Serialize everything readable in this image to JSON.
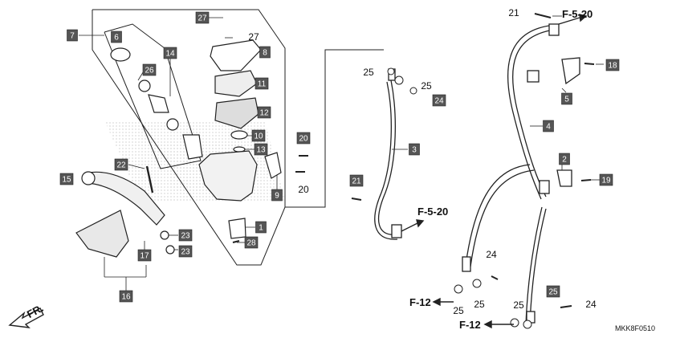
{
  "callouts": [
    {
      "id": "c7",
      "label": "7"
    },
    {
      "id": "c6",
      "label": "6"
    },
    {
      "id": "c14",
      "label": "14"
    },
    {
      "id": "c26",
      "label": "26"
    },
    {
      "id": "c27box",
      "label": "27"
    },
    {
      "id": "c8",
      "label": "8"
    },
    {
      "id": "c11",
      "label": "11"
    },
    {
      "id": "c12",
      "label": "12"
    },
    {
      "id": "c10",
      "label": "10"
    },
    {
      "id": "c13",
      "label": "13"
    },
    {
      "id": "c20box",
      "label": "20"
    },
    {
      "id": "c9",
      "label": "9"
    },
    {
      "id": "c22",
      "label": "22"
    },
    {
      "id": "c15",
      "label": "15"
    },
    {
      "id": "c1",
      "label": "1"
    },
    {
      "id": "c23a",
      "label": "23"
    },
    {
      "id": "c23b",
      "label": "23"
    },
    {
      "id": "c28",
      "label": "28"
    },
    {
      "id": "c17",
      "label": "17"
    },
    {
      "id": "c16",
      "label": "16"
    },
    {
      "id": "c3",
      "label": "3"
    },
    {
      "id": "c24a",
      "label": "24"
    },
    {
      "id": "c21box",
      "label": "21"
    },
    {
      "id": "c18",
      "label": "18"
    },
    {
      "id": "c5",
      "label": "5"
    },
    {
      "id": "c4",
      "label": "4"
    },
    {
      "id": "c2",
      "label": "2"
    },
    {
      "id": "c19",
      "label": "19"
    },
    {
      "id": "c25box",
      "label": "25"
    }
  ],
  "plain_numbers": [
    {
      "id": "n27",
      "label": "27"
    },
    {
      "id": "n20",
      "label": "20"
    },
    {
      "id": "n25a",
      "label": "25"
    },
    {
      "id": "n25b",
      "label": "25"
    },
    {
      "id": "n21",
      "label": "21"
    },
    {
      "id": "n24a",
      "label": "24"
    },
    {
      "id": "n25c",
      "label": "25"
    },
    {
      "id": "n25d",
      "label": "25"
    },
    {
      "id": "n25e",
      "label": "25"
    },
    {
      "id": "n24b",
      "label": "24"
    }
  ],
  "references": {
    "f520_top": "F-5-20",
    "f520_mid": "F-5-20",
    "f12_a": "F-12",
    "f12_b": "F-12",
    "front": "FR."
  },
  "diagram_code": "MKK8F0510",
  "colors": {
    "callout_fill": "#555555",
    "line": "#222222",
    "hatch": "#bbbbbb"
  }
}
